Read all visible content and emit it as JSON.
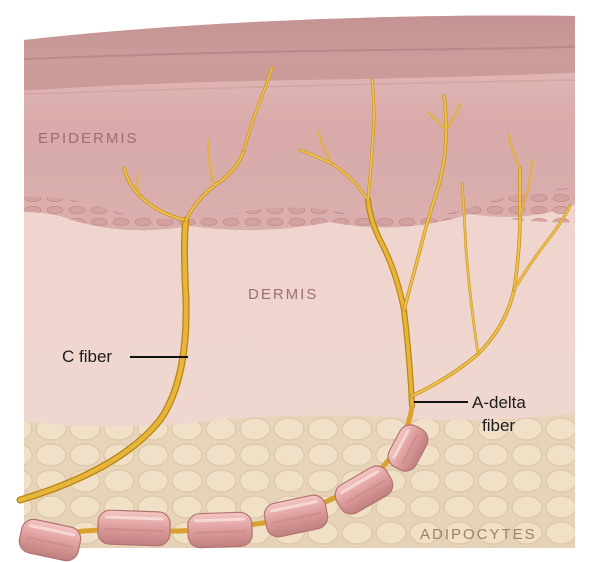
{
  "labels": {
    "epidermis": "EPIDERMIS",
    "dermis": "DERMIS",
    "adipocytes": "ADIPOCYTES",
    "c_fiber": "C fiber",
    "a_delta_line1": "A-delta",
    "a_delta_line2": "fiber"
  },
  "colors": {
    "epidermis": "#d9aeae",
    "dermis": "#efd0ca",
    "subcutaneous": "#ecdbc1",
    "nerve_fiber": "#e4b02e",
    "myelin_sheath": "#e2a5a5"
  }
}
